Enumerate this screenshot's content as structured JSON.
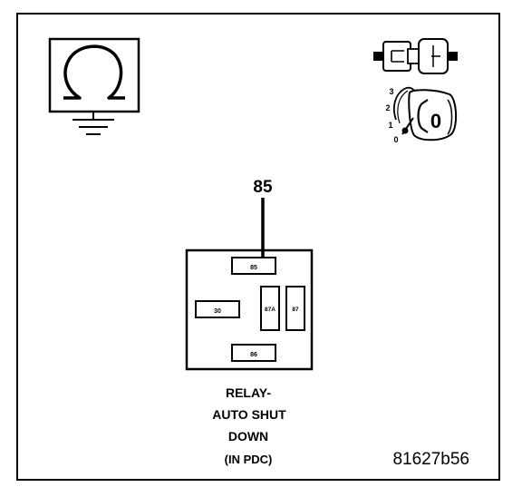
{
  "pin_callout": "85",
  "relay": {
    "terminals": {
      "t85": "85",
      "t30": "30",
      "t87a": "87A",
      "t87": "87",
      "t86": "86"
    }
  },
  "ignition": {
    "positions": [
      "3",
      "2",
      "1",
      "0"
    ],
    "key_label": "0"
  },
  "caption": {
    "line1": "RELAY-",
    "line2": "AUTO SHUT",
    "line3": "DOWN",
    "line4": "(IN PDC)"
  },
  "figure_code": "81627b56"
}
